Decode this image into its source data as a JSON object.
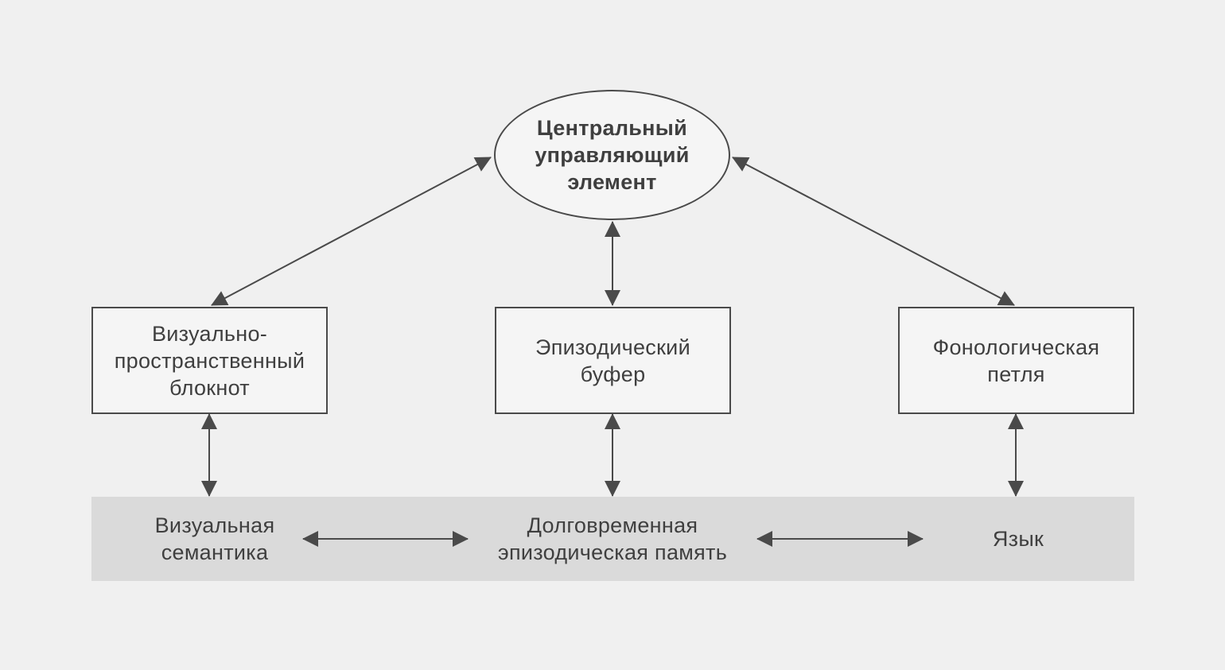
{
  "diagram": {
    "central": {
      "label": "Центральный\nуправляющий\nэлемент"
    },
    "components": [
      {
        "id": "visuospatial",
        "label": "Визуально-\nпространственный\nблокнот"
      },
      {
        "id": "episodic-buffer",
        "label": "Эпизодический\nбуфер"
      },
      {
        "id": "phonological-loop",
        "label": "Фонологическая\nпетля"
      }
    ],
    "long_term": [
      {
        "id": "visual-semantics",
        "label": "Визуальная\nсемантика"
      },
      {
        "id": "episodic-ltm",
        "label": "Долговременная\nэпизодическая память"
      },
      {
        "id": "language",
        "label": "Язык"
      }
    ],
    "connections": [
      {
        "from": "central",
        "to": "visuospatial",
        "direction": "both"
      },
      {
        "from": "central",
        "to": "episodic-buffer",
        "direction": "both"
      },
      {
        "from": "central",
        "to": "phonological-loop",
        "direction": "both"
      },
      {
        "from": "visuospatial",
        "to": "visual-semantics",
        "direction": "both"
      },
      {
        "from": "episodic-buffer",
        "to": "episodic-ltm",
        "direction": "both"
      },
      {
        "from": "phonological-loop",
        "to": "language",
        "direction": "both"
      },
      {
        "from": "visual-semantics",
        "to": "episodic-ltm",
        "direction": "both"
      },
      {
        "from": "episodic-ltm",
        "to": "language",
        "direction": "both"
      }
    ],
    "colors": {
      "background": "#f0f0f0",
      "band": "#dadada",
      "stroke": "#4a4a4a",
      "text": "#3f3f3f"
    }
  }
}
